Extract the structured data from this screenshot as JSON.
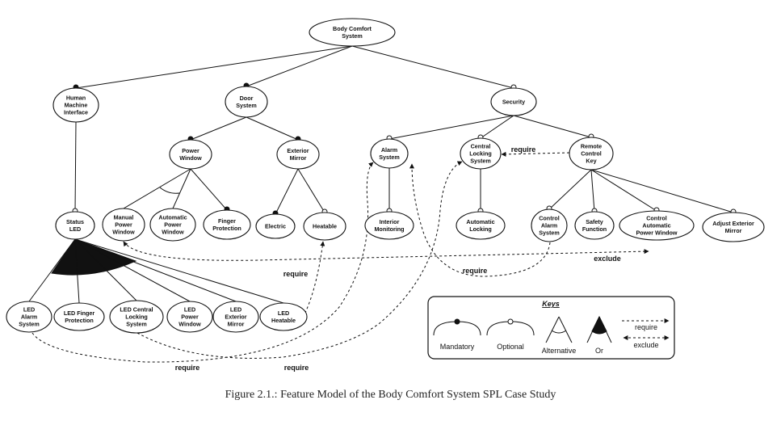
{
  "caption": "Figure 2.1.: Feature Model of the Body Comfort System SPL Case Study",
  "features": [
    {
      "id": "bcs",
      "lines": [
        "Body Comfort",
        "System"
      ]
    },
    {
      "id": "hmi",
      "lines": [
        "Human",
        "Machine",
        "Interface"
      ]
    },
    {
      "id": "door",
      "lines": [
        "Door",
        "System"
      ]
    },
    {
      "id": "security",
      "lines": [
        "Security"
      ]
    },
    {
      "id": "powerwindow",
      "lines": [
        "Power",
        "Window"
      ]
    },
    {
      "id": "extmirror",
      "lines": [
        "Exterior",
        "Mirror"
      ]
    },
    {
      "id": "alarm",
      "lines": [
        "Alarm",
        "System"
      ]
    },
    {
      "id": "cls",
      "lines": [
        "Central",
        "Locking",
        "System"
      ]
    },
    {
      "id": "rck",
      "lines": [
        "Remote",
        "Control",
        "Key"
      ]
    },
    {
      "id": "statusled",
      "lines": [
        "Status",
        "LED"
      ]
    },
    {
      "id": "manualpw",
      "lines": [
        "Manual",
        "Power",
        "Window"
      ]
    },
    {
      "id": "autopw",
      "lines": [
        "Automatic",
        "Power",
        "Window"
      ]
    },
    {
      "id": "fingerprot",
      "lines": [
        "Finger",
        "Protection"
      ]
    },
    {
      "id": "electric",
      "lines": [
        "Electric"
      ]
    },
    {
      "id": "heatable",
      "lines": [
        "Heatable"
      ]
    },
    {
      "id": "intmon",
      "lines": [
        "Interior",
        "Monitoring"
      ]
    },
    {
      "id": "autolock",
      "lines": [
        "Automatic",
        "Locking"
      ]
    },
    {
      "id": "ctrlalarm",
      "lines": [
        "Control",
        "Alarm",
        "System"
      ]
    },
    {
      "id": "safety",
      "lines": [
        "Safety",
        "Function"
      ]
    },
    {
      "id": "ctrlautopw",
      "lines": [
        "Control",
        "Automatic",
        "Power Window"
      ]
    },
    {
      "id": "adjmirror",
      "lines": [
        "Adjust Exterior",
        "Mirror"
      ]
    },
    {
      "id": "ledalarm",
      "lines": [
        "LED",
        "Alarm",
        "System"
      ]
    },
    {
      "id": "ledfinger",
      "lines": [
        "LED Finger",
        "Protection"
      ]
    },
    {
      "id": "ledcls",
      "lines": [
        "LED Central",
        "Locking",
        "System"
      ]
    },
    {
      "id": "ledpw",
      "lines": [
        "LED",
        "Power",
        "Window"
      ]
    },
    {
      "id": "ledextmirror",
      "lines": [
        "LED",
        "Exterior",
        "Mirror"
      ]
    },
    {
      "id": "ledheatable",
      "lines": [
        "LED",
        "Heatable"
      ]
    }
  ],
  "relations": [
    {
      "parent": "bcs",
      "child": "hmi",
      "kind": "mandatory"
    },
    {
      "parent": "bcs",
      "child": "door",
      "kind": "mandatory"
    },
    {
      "parent": "bcs",
      "child": "security",
      "kind": "optional"
    },
    {
      "parent": "hmi",
      "child": "statusled",
      "kind": "optional"
    },
    {
      "parent": "door",
      "child": "powerwindow",
      "kind": "mandatory"
    },
    {
      "parent": "door",
      "child": "extmirror",
      "kind": "mandatory"
    },
    {
      "parent": "powerwindow",
      "child": "manualpw",
      "kind": "alternative"
    },
    {
      "parent": "powerwindow",
      "child": "autopw",
      "kind": "alternative"
    },
    {
      "parent": "powerwindow",
      "child": "fingerprot",
      "kind": "mandatory"
    },
    {
      "parent": "extmirror",
      "child": "electric",
      "kind": "mandatory"
    },
    {
      "parent": "extmirror",
      "child": "heatable",
      "kind": "optional"
    },
    {
      "parent": "security",
      "child": "alarm",
      "kind": "optional"
    },
    {
      "parent": "security",
      "child": "cls",
      "kind": "optional"
    },
    {
      "parent": "security",
      "child": "rck",
      "kind": "optional"
    },
    {
      "parent": "alarm",
      "child": "intmon",
      "kind": "optional"
    },
    {
      "parent": "cls",
      "child": "autolock",
      "kind": "optional"
    },
    {
      "parent": "rck",
      "child": "ctrlalarm",
      "kind": "optional"
    },
    {
      "parent": "rck",
      "child": "safety",
      "kind": "optional"
    },
    {
      "parent": "rck",
      "child": "ctrlautopw",
      "kind": "optional"
    },
    {
      "parent": "rck",
      "child": "adjmirror",
      "kind": "optional"
    },
    {
      "parent": "statusled",
      "child": "ledalarm",
      "kind": "or"
    },
    {
      "parent": "statusled",
      "child": "ledfinger",
      "kind": "or"
    },
    {
      "parent": "statusled",
      "child": "ledcls",
      "kind": "or"
    },
    {
      "parent": "statusled",
      "child": "ledpw",
      "kind": "or"
    },
    {
      "parent": "statusled",
      "child": "ledextmirror",
      "kind": "or"
    },
    {
      "parent": "statusled",
      "child": "ledheatable",
      "kind": "or"
    }
  ],
  "constraints": [
    {
      "from": "rck",
      "to": "cls",
      "type": "require",
      "label": "require"
    },
    {
      "from": "ledheatable",
      "to": "heatable",
      "type": "require",
      "label": "require"
    },
    {
      "from": "ctrlalarm",
      "to": "alarm",
      "type": "require",
      "label": "require"
    },
    {
      "from": "ledalarm",
      "to": "alarm",
      "type": "require",
      "label": "require"
    },
    {
      "from": "ledcls",
      "to": "cls",
      "type": "require",
      "label": "require"
    },
    {
      "from": "manualpw",
      "to": "ctrlautopw",
      "type": "exclude",
      "label": "exclude"
    }
  ],
  "legend": {
    "title": "Keys",
    "mandatory": "Mandatory",
    "optional": "Optional",
    "alternative": "Alternative",
    "or": "Or",
    "require": "require",
    "exclude": "exclude"
  }
}
